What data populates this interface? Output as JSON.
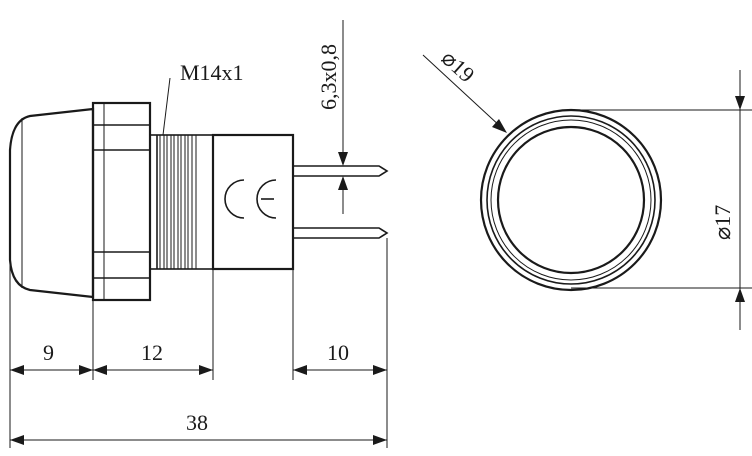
{
  "drawing": {
    "thread_label": "M14x1",
    "pin_label": "6,3x0,8",
    "outer_diameter_label": "⌀19",
    "inner_diameter_label": "⌀17",
    "dimensions": {
      "cap_length": "9",
      "nut_length": "12",
      "pin_length": "10",
      "total_length": "38"
    },
    "ce_mark": "CE"
  }
}
